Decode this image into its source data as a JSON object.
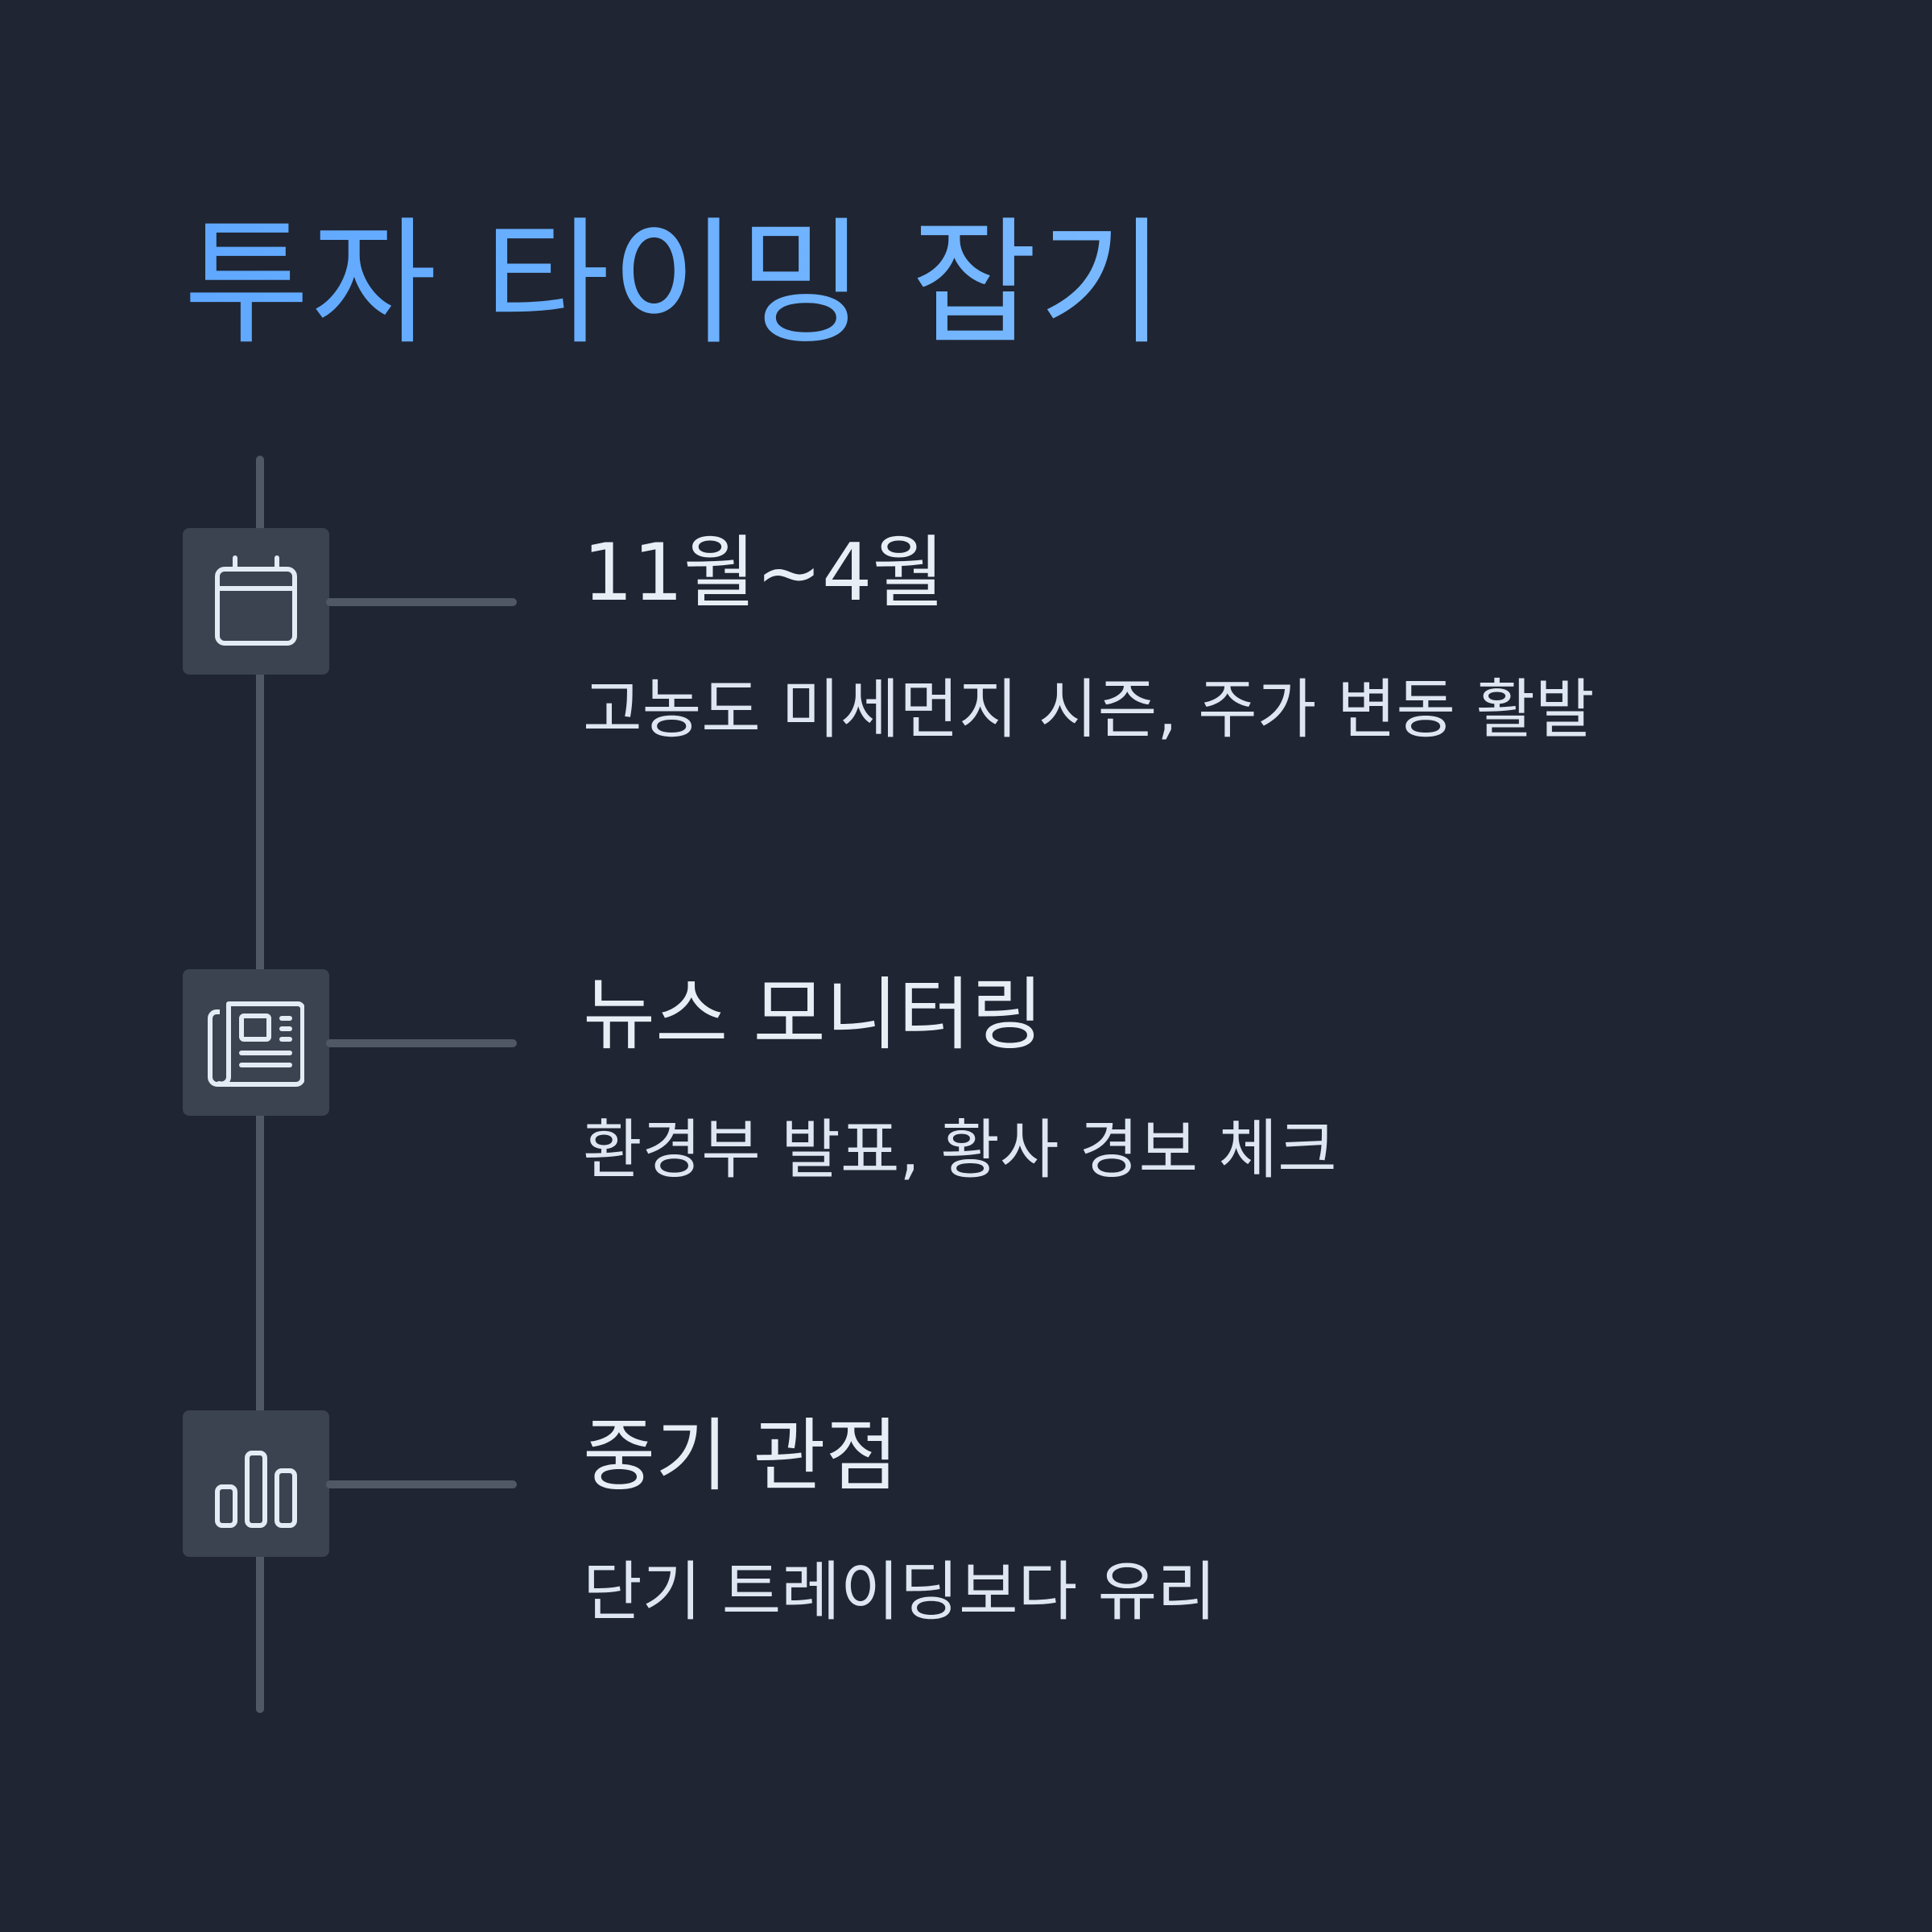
{
  "title": "투자 타이밍 잡기",
  "colors": {
    "background": "#1f2532",
    "title": "#6fb2ff",
    "line": "#505765",
    "icon_box": "#3c4350",
    "text": "#e8eef6"
  },
  "items": [
    {
      "icon": "calendar-icon",
      "heading": "11월~4월",
      "description": "고농도 미세먼지 시즌, 주가 변동 활발"
    },
    {
      "icon": "newspaper-icon",
      "heading": "뉴스 모니터링",
      "description": "환경부 발표, 황사 경보 체크"
    },
    {
      "icon": "bar-chart-icon",
      "heading": "중기 관점",
      "description": "단기 트레이딩보다 유리"
    }
  ]
}
